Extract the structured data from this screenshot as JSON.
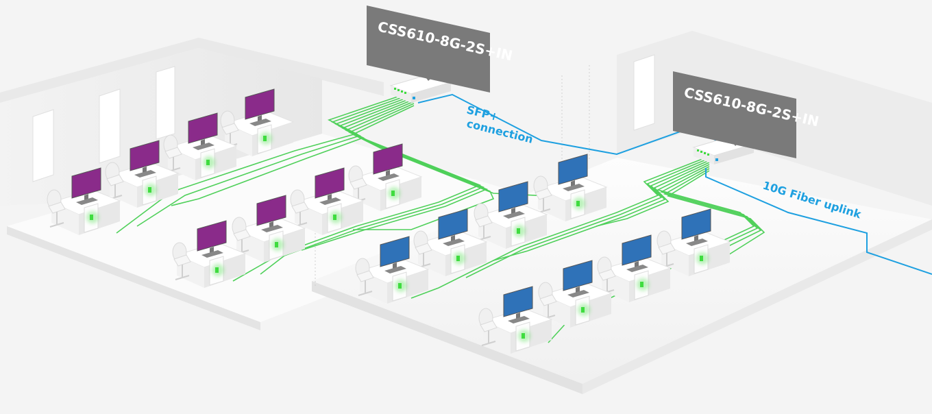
{
  "switches": [
    {
      "id": "switch-1",
      "model": "CSS610-8G-2S+IN"
    },
    {
      "id": "switch-2",
      "model": "CSS610-8G-2S+IN"
    }
  ],
  "links": {
    "sfp_line1": "SFP+",
    "sfp_line2": "connection",
    "fiber": "10G Fiber uplink"
  },
  "colors": {
    "background": "#f4f4f4",
    "floor": "#fafafa",
    "wall": "#ececec",
    "ethernet": "#4fd05a",
    "sfp": "#1ea0e0",
    "callout": "#7a7a7a",
    "monitor_purple": "#8a2b8a",
    "monitor_blue": "#2f72b8",
    "pc_led": "#3fdc3f"
  }
}
